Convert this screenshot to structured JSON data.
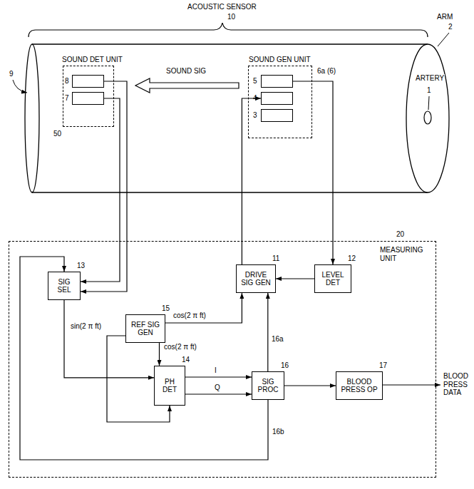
{
  "diagram": {
    "nodes": [
      {
        "text": [
          "SOUND DET UNIT"
        ]
      },
      {
        "text": [
          "8"
        ],
        "in": 0
      },
      {
        "text": [
          "7"
        ],
        "in": 0
      },
      {
        "text": [
          "SOUND GEN UNIT"
        ]
      },
      {
        "text": [
          "5"
        ],
        "in": 3
      },
      {
        "text": [
          "4"
        ],
        "in": 3
      },
      {
        "text": [
          "3"
        ],
        "in": 3
      },
      {
        "text": [
          "20",
          "MEASURING UNIT"
        ]
      },
      {
        "text": [
          "SIG SEL",
          "13"
        ],
        "in": 7
      },
      {
        "text": [
          "DRIVE SIG GEN",
          "11"
        ],
        "in": 7
      },
      {
        "text": [
          "LEVEL DET",
          "12"
        ],
        "in": 7
      },
      {
        "text": [
          "REF SIG GEN",
          "15"
        ],
        "in": 7
      },
      {
        "text": [
          "PH DET",
          "14"
        ],
        "in": 7
      },
      {
        "text": [
          "SIG PROC",
          "16"
        ],
        "in": 7
      },
      {
        "text": [
          "BLOOD PRESS OP",
          "17"
        ],
        "in": 7
      }
    ],
    "edges": [
      {
        "from": 1,
        "to": 8,
        "arrow": "to"
      },
      {
        "from": 2,
        "to": 8,
        "arrow": "to"
      },
      {
        "from": 9,
        "to": 5,
        "arrow": "to"
      },
      {
        "from": 4,
        "to": 10,
        "arrow": "to"
      },
      {
        "from": 10,
        "to": 9,
        "arrow": "to"
      },
      {
        "from": 11,
        "to": 9,
        "label": "cos(2 π ft)",
        "arrow": "to"
      },
      {
        "from": 11,
        "to": 12,
        "label": "cos(2 π ft)",
        "arrow": "to"
      },
      {
        "from": 11,
        "to": 12,
        "label": "sin(2 π ft)",
        "arrow": "to"
      },
      {
        "from": 8,
        "to": 12,
        "arrow": "to"
      },
      {
        "from": 12,
        "to": 13,
        "label": "I",
        "arrow": "to"
      },
      {
        "from": 12,
        "to": 13,
        "label": "Q",
        "arrow": "to"
      },
      {
        "from": 13,
        "to": 9,
        "label": "16a",
        "arrow": "to"
      },
      {
        "from": 13,
        "to": 8,
        "label": "16b",
        "arrow": "to"
      },
      {
        "from": 13,
        "to": 14,
        "arrow": "to"
      }
    ],
    "labels": [
      "ACOUSTIC SENSOR",
      "10",
      "ARM",
      "2",
      "ARTERY",
      "1",
      "9",
      "SOUND SIG",
      "50",
      "6a (6)",
      "BLOOD PRESS DATA"
    ]
  }
}
